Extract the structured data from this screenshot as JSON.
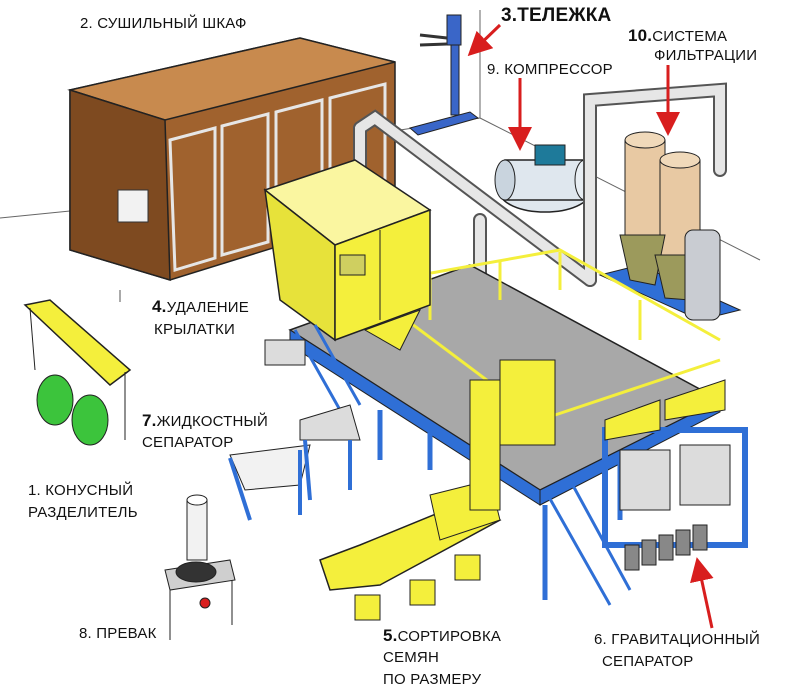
{
  "labels": {
    "drying_cabinet": "2. СУШИЛЬНЫЙ ШКАФ",
    "trolley": "3.ТЕЛЕЖКА",
    "compressor": "9. КОМПРЕССОР",
    "filtration_num": "10.",
    "filtration_line1": "СИСТЕМА",
    "filtration_line2": "ФИЛЬТРАЦИИ",
    "dewinging_num": "4.",
    "dewinging_line1": "УДАЛЕНИЕ",
    "dewinging_line2": "КРЫЛАТКИ",
    "liquid_sep_num": "7.",
    "liquid_sep_line1": "ЖИДКОСТНЫЙ",
    "liquid_sep_line2": "СЕПАРАТОР",
    "cone_line1": "1. КОНУСНЫЙ",
    "cone_line2": "РАЗДЕЛИТЕЛЬ",
    "prevac": "8. ПРЕВАК",
    "sorting_num": "5.",
    "sorting_line1": "СОРТИРОВКА",
    "sorting_line2": "СЕМЯН",
    "sorting_line3": "ПО РАЗМЕРУ",
    "gravity_line1": "6. ГРАВИТАЦИОННЫЙ",
    "gravity_line2": "СЕПАРАТОР"
  },
  "colors": {
    "arrow": "#d81e1e",
    "machine_yellow": "#f4ef3c",
    "frame_blue": "#2f6fd6",
    "cabinet_brown": "#9a5a2a",
    "floor_gray": "#a8a8a8",
    "bin_green": "#3cc43c",
    "filter_tan": "#e8c9a3",
    "filter_olive": "#9c9a5c"
  },
  "icons": {
    "arrow": "red-pointer-arrow"
  }
}
